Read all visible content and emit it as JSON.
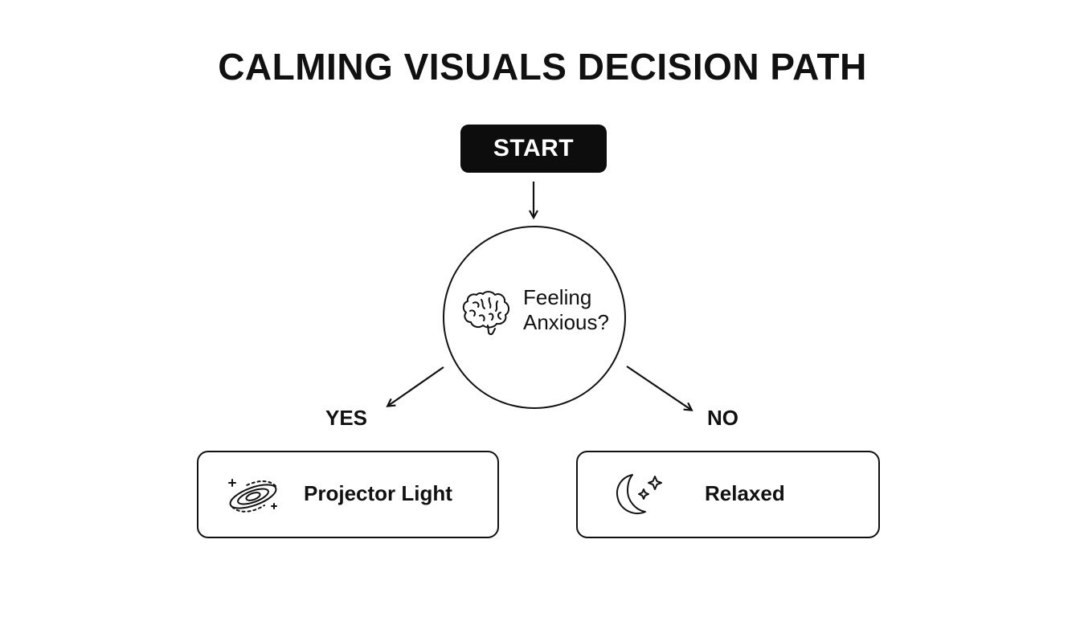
{
  "title": "CALMING VISUALS DECISION PATH",
  "start": {
    "label": "START"
  },
  "decision": {
    "line1": "Feeling",
    "line2": "Anxious?",
    "icon": "brain-icon"
  },
  "branches": {
    "yes": {
      "label": "YES",
      "outcome": "Projector Light",
      "icon": "galaxy-icon"
    },
    "no": {
      "label": "NO",
      "outcome": "Relaxed",
      "icon": "moon-stars-icon"
    }
  },
  "colors": {
    "ink": "#111111",
    "background": "#ffffff",
    "start_fill": "#0d0d0d",
    "start_text": "#ffffff"
  }
}
